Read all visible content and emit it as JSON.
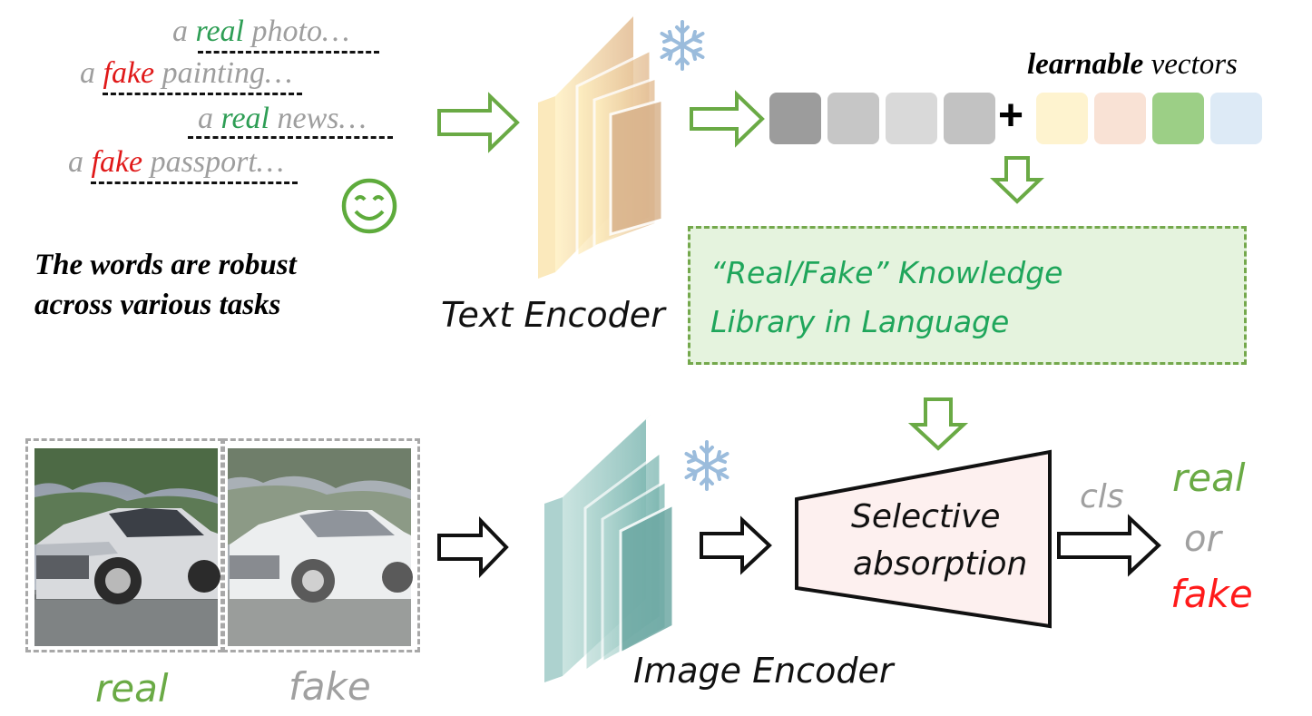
{
  "prompts": [
    {
      "article": "a",
      "keyword": "real",
      "rest": "photo…",
      "kind": "real"
    },
    {
      "article": "a",
      "keyword": "fake",
      "rest": "painting…",
      "kind": "fake"
    },
    {
      "article": "a",
      "keyword": "real",
      "rest": "news…",
      "kind": "real"
    },
    {
      "article": "a",
      "keyword": "fake",
      "rest": "passport…",
      "kind": "fake"
    }
  ],
  "robust_text": {
    "line1": "The words are robust",
    "line2": "across various tasks"
  },
  "text_encoder_label": "Text Encoder",
  "image_encoder_label": "Image Encoder",
  "learnable": {
    "bold": "learnable",
    "rest": " vectors"
  },
  "plus": "+",
  "knowledge": {
    "line1": "“Real/Fake” Knowledge",
    "line2": "Library in Language"
  },
  "selective": {
    "line1": "Selective",
    "line2": "absorption"
  },
  "cls_label": "cls",
  "output": {
    "real": "real",
    "or": "or",
    "fake": "fake"
  },
  "image_labels": {
    "real": "real",
    "fake": "fake"
  },
  "colors": {
    "arrow_green": "#6aaa45",
    "real_green": "#6aaa45",
    "fake_red": "#ff1a1a",
    "gray_text": "#a0a0a0",
    "text_tokens": [
      "#9c9c9c",
      "#c6c6c6",
      "#d9d9d9",
      "#c2c2c2"
    ],
    "learnable_tokens": [
      "#fef3cf",
      "#f9e2d5",
      "#9ccf86",
      "#ddeaf6"
    ]
  },
  "icons": [
    "smiley-icon",
    "snowflake-icon",
    "books-icon"
  ]
}
